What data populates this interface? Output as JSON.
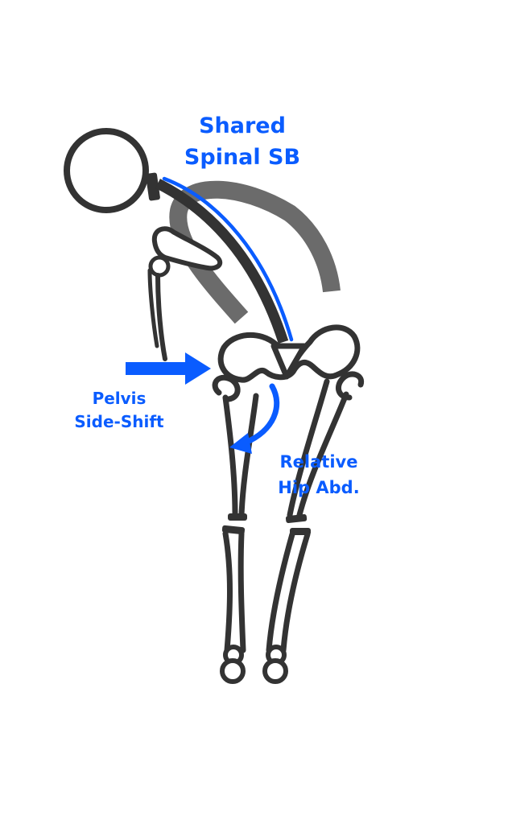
{
  "labels": {
    "shared_spinal_sb": {
      "line1": "Shared",
      "line2": "Spinal SB"
    },
    "pelvis_side_shift": {
      "line1": "Pelvis",
      "line2": "Side-Shift"
    },
    "relative_hip_abd": {
      "line1": "Relative",
      "line2": "Hip Abd."
    }
  },
  "colors": {
    "skeleton": "#333333",
    "movement_arc": "#6b6b6b",
    "highlight": "#0a5cff",
    "background": "#ffffff"
  }
}
